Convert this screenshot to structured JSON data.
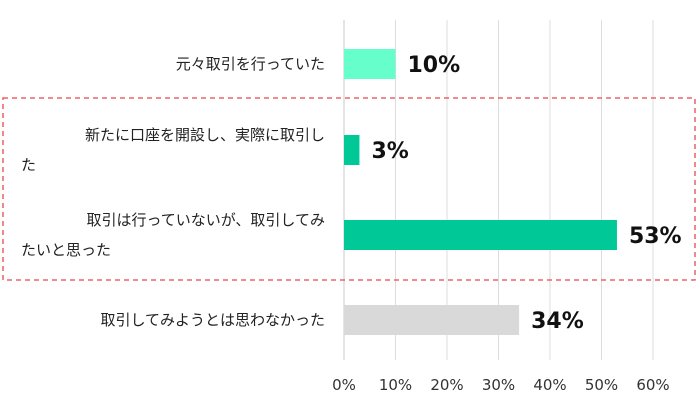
{
  "chart_data": {
    "type": "bar",
    "orientation": "horizontal",
    "categories": [
      [
        "元々取引を行っていた"
      ],
      [
        "新たに口座を開設し、実際に取引し",
        "た"
      ],
      [
        "取引は行っていないが、取引してみ",
        "たいと思った"
      ],
      [
        "取引してみようとは思わなかった"
      ]
    ],
    "values": [
      10,
      3,
      53,
      34
    ],
    "value_labels": [
      "10%",
      "3%",
      "53%",
      "34%"
    ],
    "bar_colors": [
      "#66ffcc",
      "#00c896",
      "#00c896",
      "#d9d9d9"
    ],
    "xlim": [
      0,
      60
    ],
    "xticks": [
      0,
      10,
      20,
      30,
      40,
      50,
      60
    ],
    "xtick_labels": [
      "0%",
      "10%",
      "20%",
      "30%",
      "40%",
      "50%",
      "60%"
    ],
    "grid": true,
    "highlight": {
      "categories": [
        1,
        2
      ],
      "style": "dashed",
      "color": "#e8474f"
    }
  }
}
